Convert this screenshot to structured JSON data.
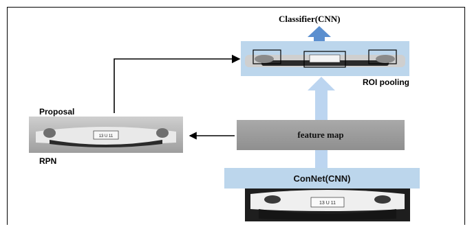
{
  "diagram": {
    "classifier_title": "Classifier(CNN)",
    "roi_label": "ROI pooling",
    "proposal_label": "Proposal",
    "rpn_label": "RPN",
    "feature_map_label": "feature map",
    "convnet_label": "ConNet(CNN)",
    "plate_text": "[13-U-1-1]"
  },
  "colors": {
    "arrow_blue_light": "#b8d3ef",
    "arrow_blue_dark": "#5b8fcf",
    "box_light_blue": "#bcd6ec",
    "feature_map_gray": "#9b9b9b"
  }
}
